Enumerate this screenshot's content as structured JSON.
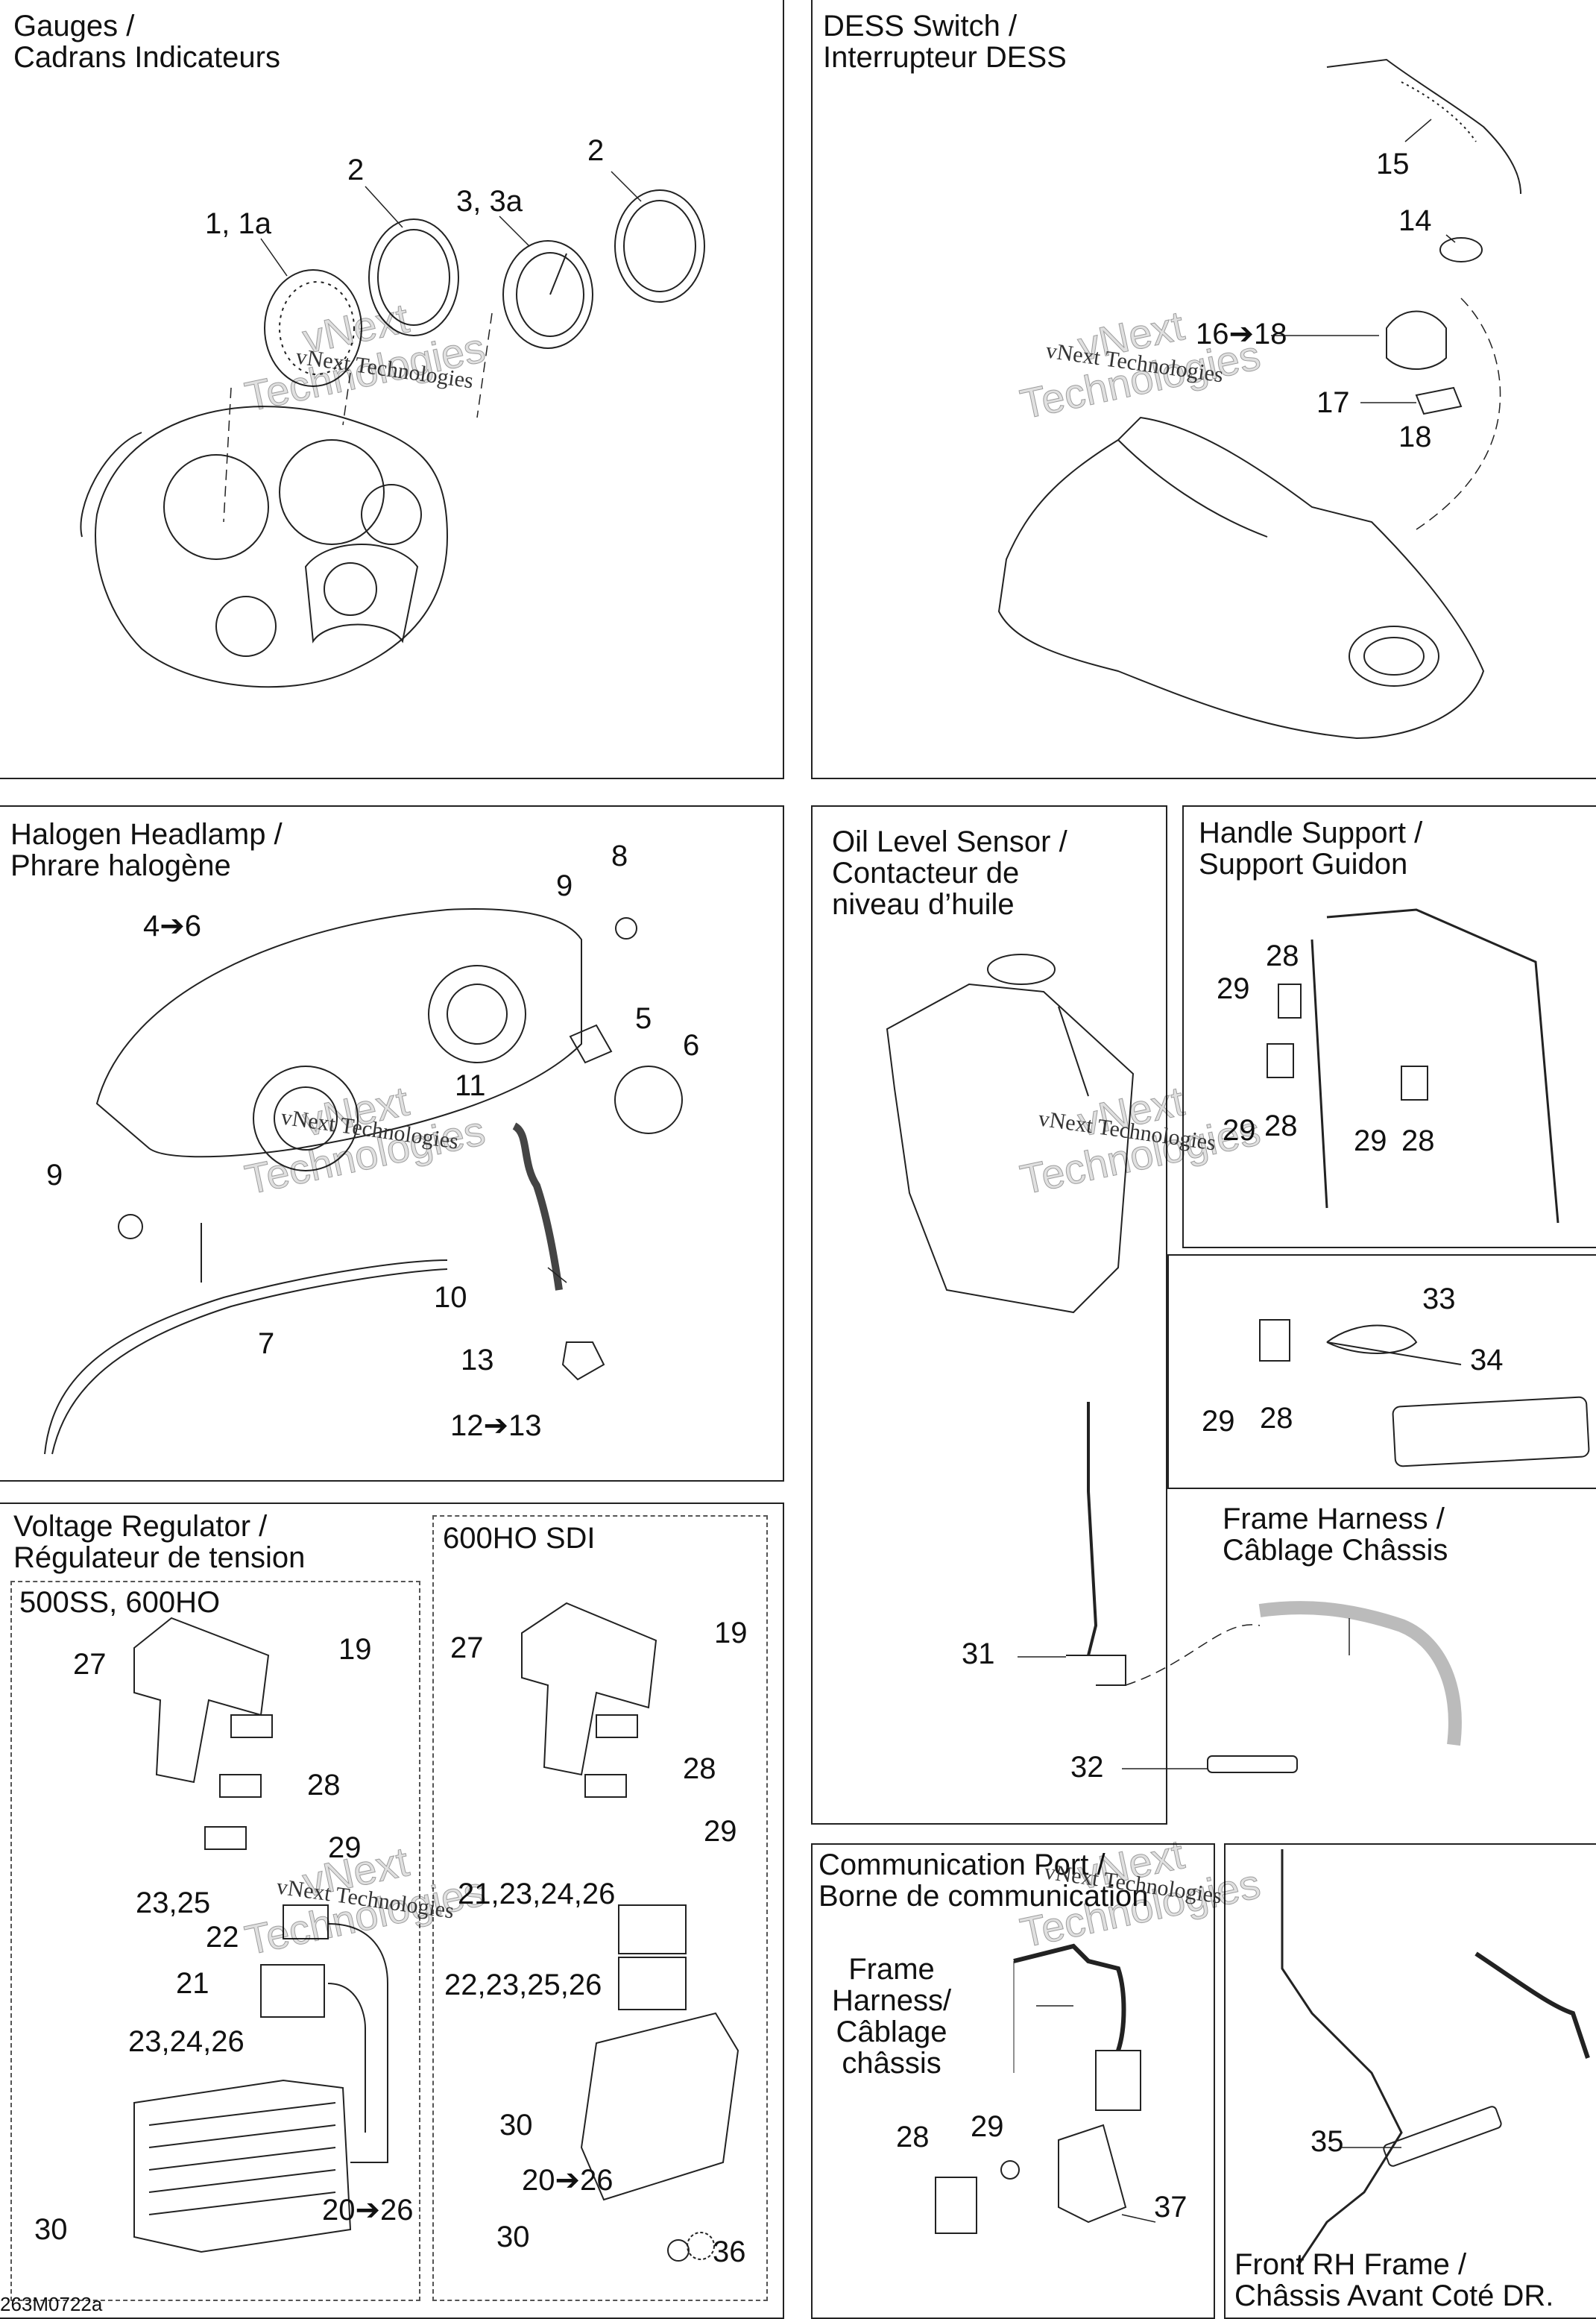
{
  "drawing_code": "263M0722a",
  "watermark": {
    "line1": "vNext",
    "line2": "Technologies",
    "small": "vNext Technologies"
  },
  "panels": {
    "gauges": {
      "title": "Gauges /\nCadrans Indicateurs"
    },
    "dess": {
      "title": "DESS Switch /\nInterrupteur DESS"
    },
    "headlamp": {
      "title": "Halogen Headlamp /\nPhrare halogène"
    },
    "oil": {
      "title": "Oil Level Sensor /\nContacteur de\nniveau d’huile"
    },
    "handle": {
      "title": "Handle Support /\nSupport Guidon"
    },
    "regulator": {
      "title": "Voltage Regulator /\nRégulateur de tension"
    },
    "reg_500": {
      "title": "500SS, 600HO"
    },
    "reg_600": {
      "title": "600HO SDI"
    },
    "frame_harness": {
      "title": "Frame Harness /\nCâblage Châssis"
    },
    "comm": {
      "title": "Communication Port /\nBorne de communication"
    },
    "comm_harness": {
      "title": "Frame\nHarness/\nCâblage\nchâssis"
    },
    "front_frame": {
      "title": "Front RH Frame  /\nChâssis Avant Coté DR."
    }
  },
  "callouts": {
    "g_1": "1, 1a",
    "g_2a": "2",
    "g_3": "3, 3a",
    "g_2b": "2",
    "d_15": "15",
    "d_14": "14",
    "d_16": "16➔18",
    "d_17": "17",
    "d_18": "18",
    "h_8": "8",
    "h_9a": "9",
    "h_4": "4➔6",
    "h_5": "5",
    "h_6": "6",
    "h_11": "11",
    "h_9b": "9",
    "h_10": "10",
    "h_7": "7",
    "h_13": "13",
    "h_12": "12➔13",
    "hs_28a": "28",
    "hs_29a": "29",
    "hs_28b": "28",
    "hs_29b": "29",
    "hs_29c": "29",
    "hs_28c": "28",
    "b_33": "33",
    "b_34": "34",
    "b_29": "29",
    "b_28": "28",
    "fh_31": "31",
    "fh_32": "32",
    "r_27": "27",
    "r_19": "19",
    "r_28": "28",
    "r_29": "29",
    "r_2325": "23,25",
    "r_22": "22",
    "r_21": "21",
    "r_232426": "23,24,26",
    "r_30a": "30",
    "r_2026": "20➔26",
    "s_27": "27",
    "s_19": "19",
    "s_28": "28",
    "s_29": "29",
    "s_21": "21,23,24,26",
    "s_22": "22,23,25,26",
    "s_30a": "30",
    "s_2026": "20➔26",
    "s_30b": "30",
    "s_36": "36",
    "c_28": "28",
    "c_29": "29",
    "c_37": "37",
    "f_35": "35"
  }
}
